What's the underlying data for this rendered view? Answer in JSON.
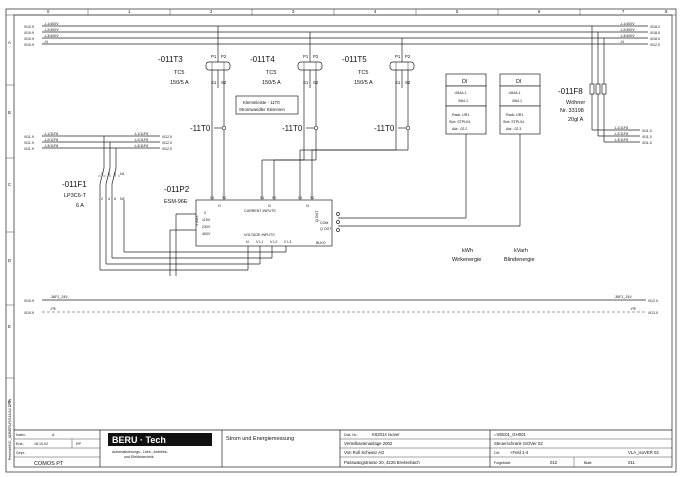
{
  "border": {
    "columns": [
      "0",
      "1",
      "2",
      "3",
      "4",
      "5",
      "6",
      "7",
      "8"
    ],
    "rows": [
      "A",
      "B",
      "C",
      "D",
      "E",
      "F"
    ],
    "side_label": "Reichart/NC_ADBERU/SS13/A2.DRW"
  },
  "buses": {
    "top_left": {
      "refs": [
        "/010.9",
        "/010.9",
        "/010.9",
        "/010.9"
      ],
      "labels": [
        "-L1/400V",
        "-L2/400V",
        "-L3/400V",
        "-N"
      ]
    },
    "top_right": {
      "refs": [
        "/018.0",
        "/018.0",
        "/018.0",
        "/012.0"
      ],
      "labels": [
        "-L1/400V",
        "-L2/400V",
        "-L3/400V",
        "-N"
      ]
    },
    "mid_left": {
      "refs": [
        "/011.9",
        "/011.9",
        "/011.9"
      ],
      "labels": [
        "-L1/11F8",
        "-L2/11F8",
        "-L3/11F8"
      ],
      "left_labels": [
        "-L1/11F8",
        "-L2/11F8",
        "-L3/11F8"
      ],
      "right_refs": [
        "/012.0",
        "/012.0",
        "/012.0"
      ]
    },
    "mid_right": {
      "labels": [
        "-L1/11F8",
        "-L2/11F8",
        "-L3/11F8"
      ],
      "refs": [
        "/011.0",
        "/011.0",
        "/011.0"
      ]
    },
    "bus_24v": {
      "left_ref": "/010.9",
      "label_left": "-36F1_24V",
      "label_right": "-36F1_24V",
      "right_ref": "/012.0"
    },
    "bus_pe": {
      "left_ref": "/010.9",
      "label_left": "-PE",
      "label_right": "-PE",
      "right_ref": "/013.0"
    }
  },
  "transformers": [
    {
      "tag": "-011T3",
      "type": "TC5",
      "ratio": "150/5 A",
      "ground": "-11T0"
    },
    {
      "tag": "-011T4",
      "type": "TC5",
      "ratio": "150/5 A",
      "ground": "-11T0"
    },
    {
      "tag": "-011T5",
      "type": "TC5",
      "ratio": "150/5 A",
      "ground": "-11T0"
    }
  ],
  "terminal_note": {
    "line1": "Klemmleiste - 11T0",
    "line2": "Stromwandler Klemmen"
  },
  "fuse_f1": {
    "tag": "-011F1",
    "type": "LP3C6-T",
    "rating": "6 A"
  },
  "fuse_f8": {
    "tag": "-011F8",
    "maker": "Wöhner",
    "number": "Nr. 33198",
    "rating": "20gl A"
  },
  "meter": {
    "tag": "-011P2",
    "type": "ESM-96E",
    "current_inputs": "CURRENT INPUTS",
    "voltage_inputs": "VOLTAGE INPUTS",
    "aux": "V AUX",
    "aux_levels": [
      "0",
      "115V",
      "230V",
      "400V"
    ],
    "outputs": [
      "Q OUT",
      "COM",
      "Q OUT"
    ],
    "terminals": [
      "S1",
      "S2",
      "S1",
      "S2",
      "S1",
      "S2"
    ],
    "phase_labels": [
      "I1",
      "I2",
      "I3"
    ],
    "volt_terms": [
      "N",
      "V L1",
      "V L2",
      "V L3"
    ],
    "block": "BLKO"
  },
  "di_modules": [
    {
      "title": "DI",
      "addr1": "-064A.1",
      "addr2": "/064.1",
      "rack": "Rack: UR1",
      "slot": "Slot: STPL04",
      "adr": "Adr.: 02.2",
      "caption1": "kWh",
      "caption2": "Wirkenergie"
    },
    {
      "title": "DI",
      "addr1": "-064A.1",
      "addr2": "/064.1",
      "rack": "Rack: UR1",
      "slot": "Slot: STPL04",
      "adr": "Adr.: 02.3",
      "caption1": "kVarh",
      "caption2": "Blindenergie"
    }
  ],
  "title_block": {
    "index_label": "Index:",
    "index_value": "A",
    "date_label": "Erst.:",
    "date_value": "18.10.02",
    "initials": "RP",
    "gepr_label": "Gepr.:",
    "software": "COMOS PT",
    "logo": "BERU · Tech",
    "logo_sub1": "Automatisierungs-, Licht-, Antriebs-",
    "logo_sub2": "und Elektrotechnik",
    "description": "Strom und Energiemessung",
    "auftrag_label": "Dok. Nr.:",
    "auftrag_value": "K02014 Isover",
    "project_line1": "Verteilkastenanlage 2002",
    "project_line2": "Von Roll Schweiz AG",
    "project_line3": "Passwangstrasse 20, 4226 Breitenbach",
    "code": "=VEE01_GH001",
    "cabinet": "Steuerschrank ISOVer 02",
    "location_label": "Ort:",
    "location_value": "+Feld 1-4",
    "location_right": "VLA_isoVER 02",
    "folio_label": "Folgeblatt:",
    "folio_value": "012",
    "sheet_label": "Blatt:",
    "sheet_value": "011"
  }
}
